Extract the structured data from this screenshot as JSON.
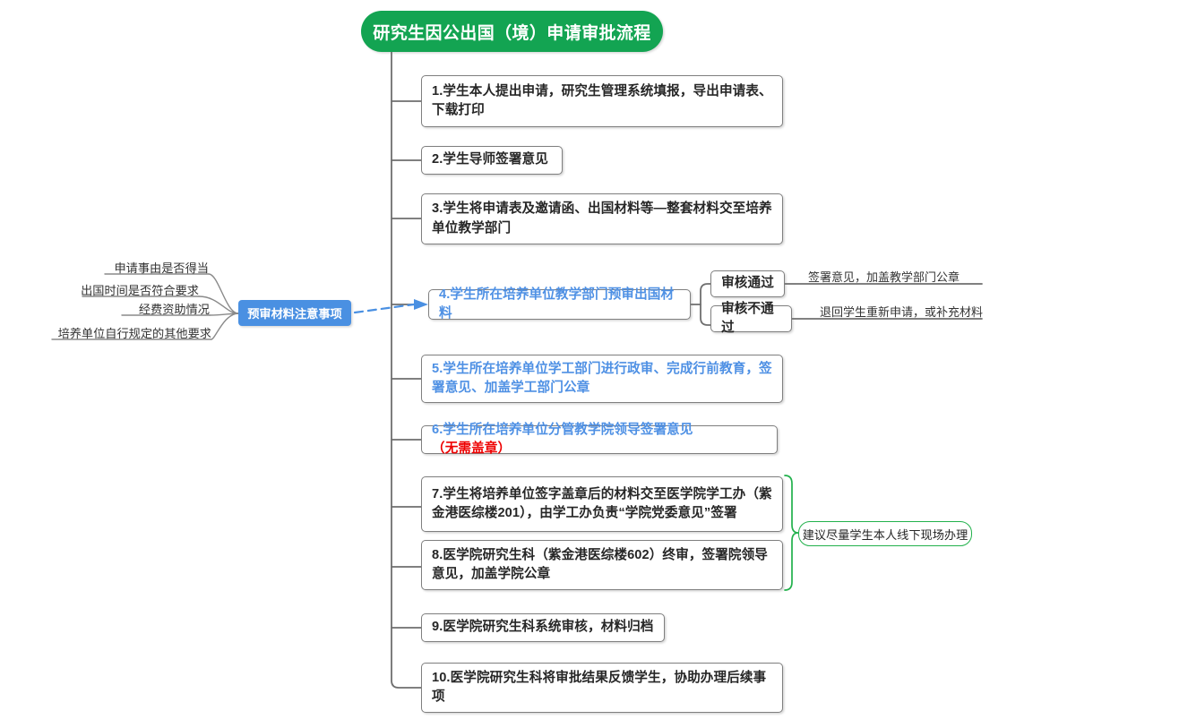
{
  "root": {
    "title": "研究生因公出国（境）申请审批流程",
    "color": "#13a452"
  },
  "steps": [
    {
      "id": 1,
      "text": "1.学生本人提出申请，研究生管理系统填报，导出申请表、下载打印"
    },
    {
      "id": 2,
      "text": "2.学生导师签署意见"
    },
    {
      "id": 3,
      "text": "3.学生将申请表及邀请函、出国材料等—整套材料交至培养单位教学部门"
    },
    {
      "id": 4,
      "text": "4.学生所在培养单位教学部门预审出国材料"
    },
    {
      "id": 5,
      "text": "5.学生所在培养单位学工部门进行政审、完成行前教育，签署意见、加盖学工部门公章"
    },
    {
      "id": 6,
      "text": "6.学生所在培养单位分管教学院领导签署意见",
      "suffix": "（无需盖章）"
    },
    {
      "id": 7,
      "text": "7.学生将培养单位签字盖章后的材料交至医学院学工办（紫金港医综楼201），由学工办负责“学院党委意见”签署"
    },
    {
      "id": 8,
      "text": "8.医学院研究生科（紫金港医综楼602）终审，签署院领导意见，加盖学院公章"
    },
    {
      "id": 9,
      "text": "9.医学院研究生科系统审核，材料归档"
    },
    {
      "id": 10,
      "text": "10.医学院研究生科将审批结果反馈学生，协助办理后续事项"
    }
  ],
  "review": {
    "pass": {
      "label": "审核通过",
      "note": "签署意见，加盖教学部门公章"
    },
    "fail": {
      "label": "审核不通过",
      "note": "退回学生重新申请，或补充材料"
    }
  },
  "note_panel": {
    "title": "预审材料注意事项",
    "color": "#4a90e2",
    "items": [
      "申请事由是否得当",
      "出国时间是否符合要求",
      "经费资助情况",
      "培养单位自行规定的其他要求"
    ]
  },
  "suggestion": {
    "text": "建议尽量学生本人线下现场办理",
    "color": "#22b14c"
  },
  "colors": {
    "accent_green": "#13a452",
    "accent_blue": "#4a90e2",
    "warn_red": "#ee0000",
    "line_gray": "#7f7f7f"
  }
}
